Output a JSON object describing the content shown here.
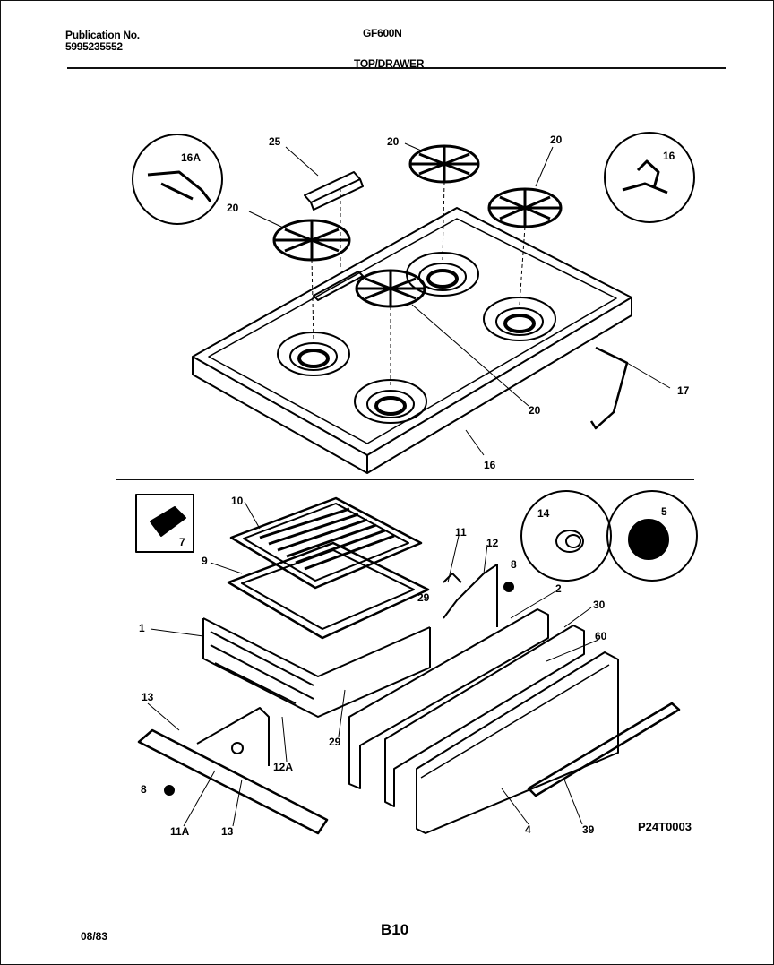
{
  "header": {
    "publication_label": "Publication No.",
    "publication_number": "5995235552",
    "model": "GF600N",
    "section": "TOP/DRAWER"
  },
  "footer": {
    "date": "08/83",
    "page": "B10",
    "drawing_id": "P24T0003"
  },
  "callouts": {
    "top_16a": "16A",
    "top_16": "16",
    "p25": "25",
    "p20_a": "20",
    "p20_b": "20",
    "p20_c": "20",
    "p20_d": "20",
    "p17": "17",
    "p16_bottom": "16",
    "p10": "10",
    "p9": "9",
    "p7": "7",
    "p1": "1",
    "p11": "11",
    "p12": "12",
    "p8_top": "8",
    "p14": "14",
    "p5": "5",
    "p2": "2",
    "p29_a": "29",
    "p29_b": "29",
    "p30": "30",
    "p60": "60",
    "p13_a": "13",
    "p13_b": "13",
    "p12a": "12A",
    "p8_bottom": "8",
    "p11a": "11A",
    "p4": "4",
    "p39": "39"
  },
  "colors": {
    "ink": "#000000",
    "paper": "#ffffff"
  }
}
